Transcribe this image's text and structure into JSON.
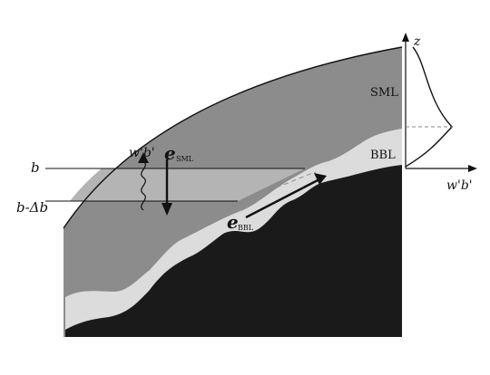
{
  "labels": {
    "sml": "SML",
    "bbl": "BBL",
    "b": "b",
    "b_minus_delta_b": "b-Δb",
    "flux": "w'b'",
    "e_sml_symbol": "e",
    "e_sml_sub": "SML",
    "e_bbl_symbol": "e",
    "e_bbl_sub": "BBL",
    "z_axis": "z",
    "flux_axis": "w'b'"
  },
  "colors": {
    "sml": "#8c8c8c",
    "sml_between_isopycnals": "#b4b4b4",
    "bbl": "#dcdcdc",
    "bottom": "#1a1a1a",
    "lines": "#111111",
    "dashed": "#8a8a8a"
  }
}
